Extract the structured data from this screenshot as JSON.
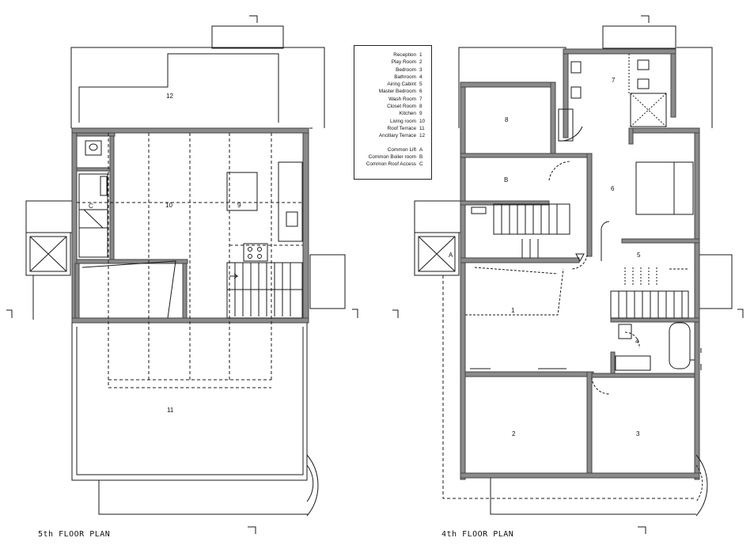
{
  "captions": {
    "fifth": "5th FLOOR PLAN",
    "fourth": "4th FLOOR PLAN"
  },
  "legend": [
    {
      "name": "Reception",
      "key": "1"
    },
    {
      "name": "Play Room",
      "key": "2"
    },
    {
      "name": "Bedroom",
      "key": "3"
    },
    {
      "name": "Bathroom",
      "key": "4"
    },
    {
      "name": "Airing Cabint",
      "key": "5"
    },
    {
      "name": "Master Bedroom",
      "key": "6"
    },
    {
      "name": "Wash Room",
      "key": "7"
    },
    {
      "name": "Closet Room",
      "key": "8"
    },
    {
      "name": "Kitchen",
      "key": "9"
    },
    {
      "name": "Living room",
      "key": "10"
    },
    {
      "name": "Roof Terrace",
      "key": "11"
    },
    {
      "name": "Ancillary Terrace",
      "key": "12"
    }
  ],
  "legend_common": [
    {
      "name": "Common Lift",
      "key": "A"
    },
    {
      "name": "Common Boiler room",
      "key": "B"
    },
    {
      "name": "Common Roof Access",
      "key": "C"
    }
  ],
  "labels_fifth": {
    "terrace_top": "12",
    "living": "10",
    "kitchen": "9",
    "roof_access": "C",
    "roof_terrace": "11"
  },
  "labels_fourth": {
    "washroom": "7",
    "closet": "8",
    "boiler": "B",
    "master": "6",
    "airing": "5",
    "lift": "A",
    "reception": "1",
    "bathroom": "4",
    "playroom": "2",
    "bedroom": "3"
  },
  "colors": {
    "wall": "#8a8a8a",
    "line": "#1a1a1a"
  }
}
